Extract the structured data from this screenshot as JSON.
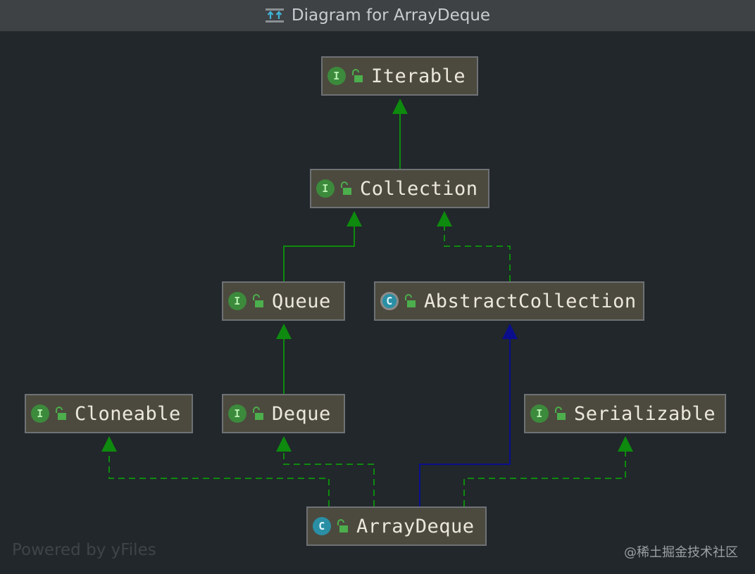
{
  "window": {
    "title": "Diagram for ArrayDeque"
  },
  "nodes": {
    "iterable": {
      "kind": "I",
      "name": "Iterable"
    },
    "collection": {
      "kind": "I",
      "name": "Collection"
    },
    "queue": {
      "kind": "I",
      "name": "Queue"
    },
    "abstract_collection": {
      "kind": "C",
      "name": "AbstractCollection"
    },
    "cloneable": {
      "kind": "I",
      "name": "Cloneable"
    },
    "deque": {
      "kind": "I",
      "name": "Deque"
    },
    "serializable": {
      "kind": "I",
      "name": "Serializable"
    },
    "array_deque": {
      "kind": "C",
      "name": "ArrayDeque"
    }
  },
  "edges": [
    {
      "from": "Collection",
      "to": "Iterable",
      "style": "extends"
    },
    {
      "from": "Queue",
      "to": "Collection",
      "style": "extends"
    },
    {
      "from": "AbstractCollection",
      "to": "Collection",
      "style": "implements"
    },
    {
      "from": "Deque",
      "to": "Queue",
      "style": "extends"
    },
    {
      "from": "ArrayDeque",
      "to": "AbstractCollection",
      "style": "class-extends"
    },
    {
      "from": "ArrayDeque",
      "to": "Cloneable",
      "style": "implements"
    },
    {
      "from": "ArrayDeque",
      "to": "Deque",
      "style": "implements"
    },
    {
      "from": "ArrayDeque",
      "to": "Serializable",
      "style": "implements"
    }
  ],
  "colors": {
    "background": "#21272b",
    "node_fill": "#4c4a3e",
    "node_border": "#6e7175",
    "interface_edge": "#0e8a0e",
    "class_edge": "#0a0e8c"
  },
  "footer": {
    "powered_by": "Powered by yFiles",
    "watermark": "@稀土掘金技术社区"
  }
}
